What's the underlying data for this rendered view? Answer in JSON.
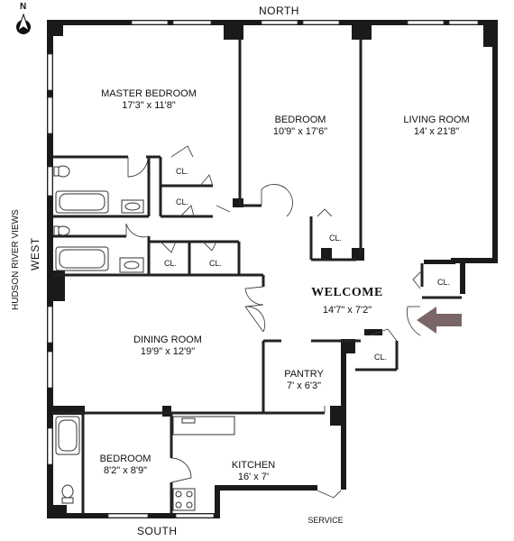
{
  "compass": {
    "north": "NORTH",
    "south": "SOUTH",
    "west": "WEST",
    "north_arrow": "N"
  },
  "view_note": "HUDSON RIVER VIEWS",
  "rooms": {
    "master_bedroom": {
      "name": "MASTER BEDROOM",
      "dims": "17'3\" x 11'8\""
    },
    "bedroom_north": {
      "name": "BEDROOM",
      "dims": "10'9\" x 17'6\""
    },
    "living_room": {
      "name": "LIVING ROOM",
      "dims": "14' x 21'8\""
    },
    "welcome": {
      "name": "WELCOME",
      "dims": "14'7\" x 7'2\""
    },
    "dining_room": {
      "name": "DINING ROOM",
      "dims": "19'9\" x 12'9\""
    },
    "pantry": {
      "name": "PANTRY",
      "dims": "7' x 6'3\""
    },
    "bedroom_south": {
      "name": "BEDROOM",
      "dims": "8'2\" x 8'9\""
    },
    "kitchen": {
      "name": "KITCHEN",
      "dims": "16' x 7'"
    }
  },
  "closet_label": "CL.",
  "service_label": "SERVICE",
  "colors": {
    "wall": "#1a1a1a",
    "line": "#333333",
    "arrow": "#7a6666",
    "window": "#ffffff"
  }
}
